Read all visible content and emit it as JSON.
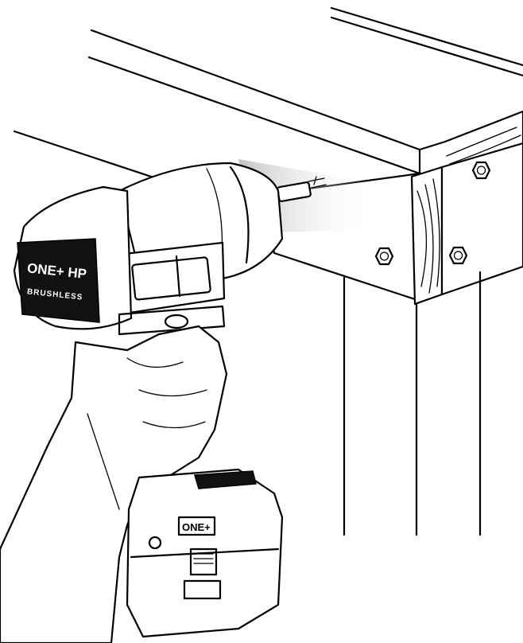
{
  "drill": {
    "logo_line1": "ONE+ HP",
    "logo_line2": "BRUSHLESS"
  },
  "battery": {
    "logo": "ONE+"
  },
  "colors": {
    "ink": "#000000",
    "paper": "#ffffff",
    "motion_shade": "#d8d8d8"
  }
}
